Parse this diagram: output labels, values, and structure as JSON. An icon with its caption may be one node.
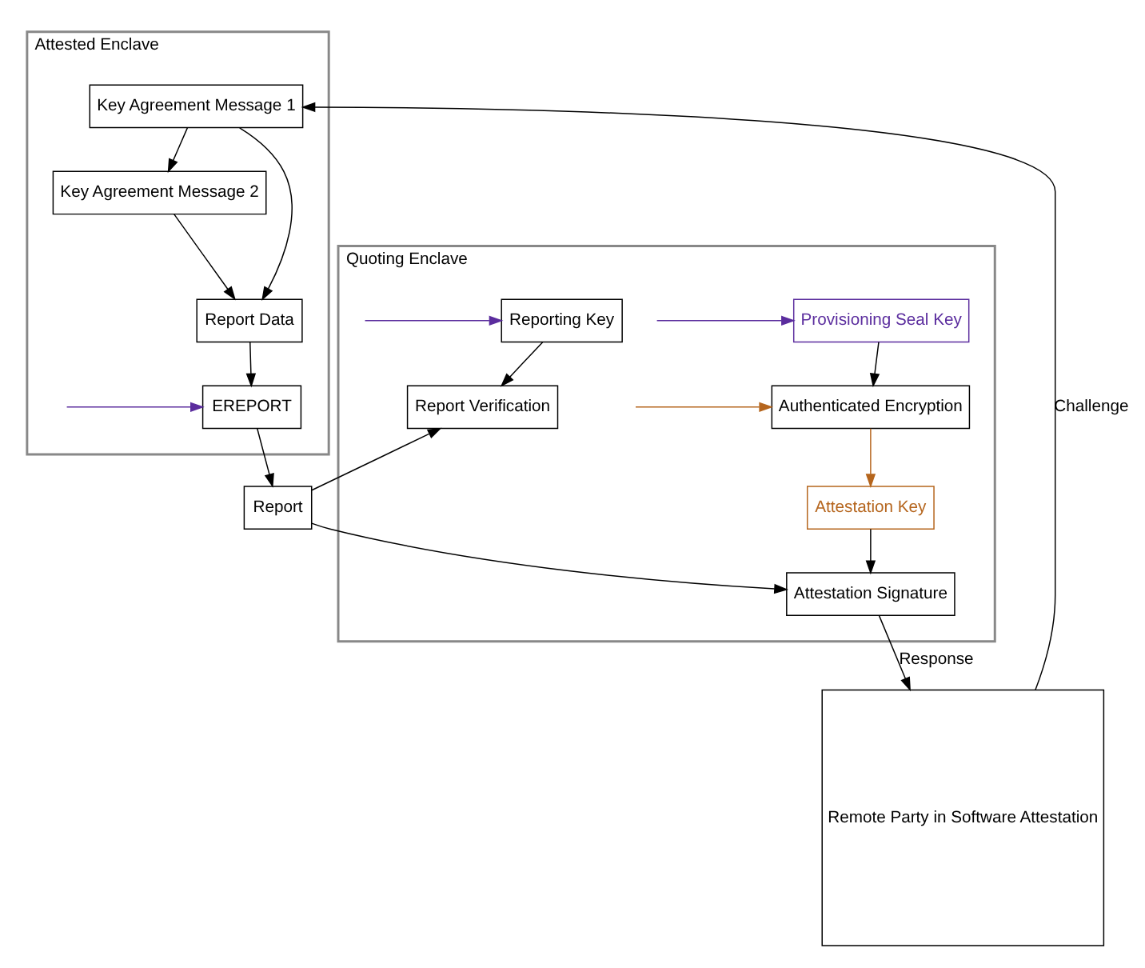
{
  "diagram": {
    "nodes": [
      {
        "text": [
          "Attested Enclave"
        ]
      },
      {
        "text": [
          "Key Agreement Message 2"
        ],
        "in": 0
      },
      {
        "text": [
          "Key Agreement Message 1"
        ],
        "in": 0
      },
      {
        "text": [
          "EREPORT"
        ],
        "in": 0
      },
      {
        "text": [
          "Report Data"
        ],
        "in": 0
      },
      {
        "text": [
          "Report"
        ]
      },
      {
        "text": [
          "Quoting Enclave"
        ]
      },
      {
        "text": [
          "Reporting Key"
        ],
        "in": 6
      },
      {
        "text": [
          "Report Verification"
        ],
        "in": 6
      },
      {
        "text": [
          "Provisioning Seal Key"
        ],
        "in": 6
      },
      {
        "text": [
          "Attestation Signature"
        ],
        "in": 6
      },
      {
        "text": [
          "Authenticated Encryption"
        ],
        "in": 6
      },
      {
        "text": [
          "Attestation Key"
        ],
        "in": 6
      },
      {
        "text": [
          "Remote Party in Software Attestation"
        ]
      }
    ],
    "edges": [
      {
        "from": 13,
        "to": 2,
        "arrow": "to",
        "label": "Challenge"
      },
      {
        "from": 2,
        "to": 1,
        "arrow": "to"
      },
      {
        "from": 1,
        "to": 4,
        "arrow": "to"
      },
      {
        "from": 2,
        "to": 4,
        "arrow": "to"
      },
      {
        "from": 4,
        "to": 3,
        "arrow": "to"
      },
      {
        "from": null,
        "to": 3,
        "arrow": "to",
        "color": "#5b2d9e"
      },
      {
        "from": 3,
        "to": 5,
        "arrow": "to"
      },
      {
        "from": 5,
        "to": 8,
        "arrow": "to"
      },
      {
        "from": 5,
        "to": 10,
        "arrow": "to"
      },
      {
        "from": 7,
        "to": 8,
        "arrow": "to"
      },
      {
        "from": null,
        "to": 7,
        "arrow": "to",
        "color": "#5b2d9e"
      },
      {
        "from": null,
        "to": 9,
        "arrow": "to",
        "color": "#5b2d9e"
      },
      {
        "from": null,
        "to": 11,
        "arrow": "to",
        "color": "#b5651d"
      },
      {
        "from": 9,
        "to": 11,
        "arrow": "to"
      },
      {
        "from": 11,
        "to": 12,
        "arrow": "to",
        "color": "#b5651d"
      },
      {
        "from": 12,
        "to": 10,
        "arrow": "to"
      },
      {
        "from": 10,
        "to": 13,
        "arrow": "to",
        "label": "Response"
      }
    ]
  }
}
